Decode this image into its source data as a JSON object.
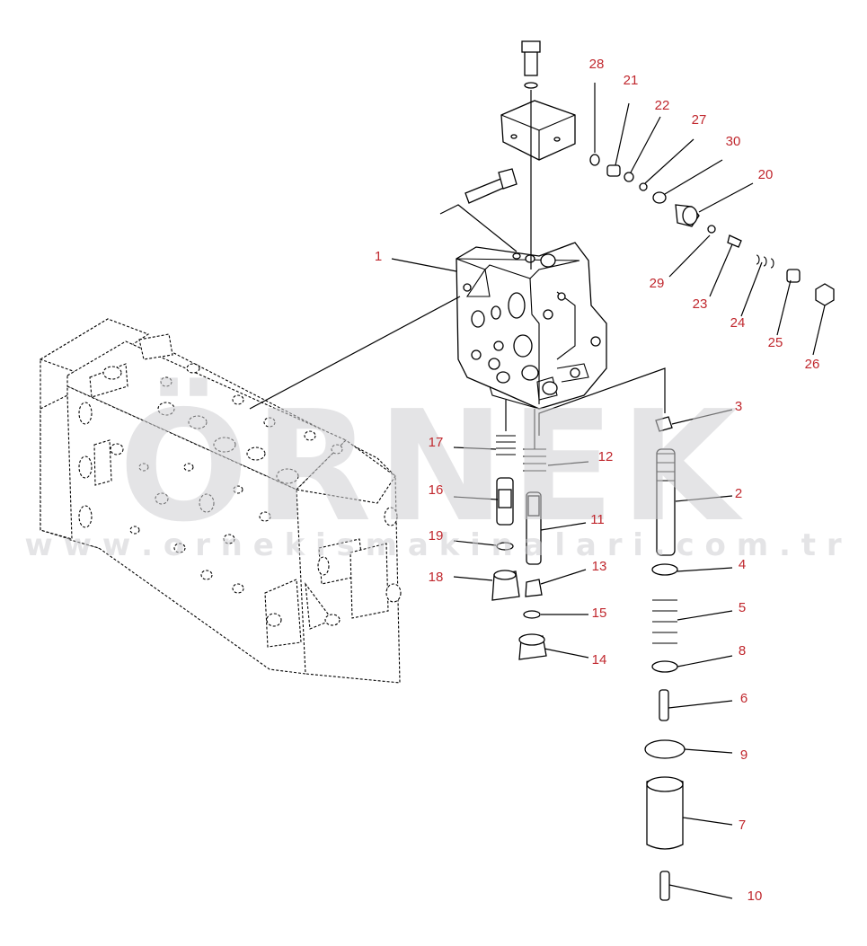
{
  "watermark": {
    "logo_text": "ÖRNEK",
    "url_text": "w w w . o r n e k i s m a k i n a l a r i . c o m . t r"
  },
  "colors": {
    "label": "#c0272d",
    "line": "#000000",
    "watermark": "#cfcfd2"
  },
  "callouts": [
    {
      "id": "28",
      "text": "28"
    },
    {
      "id": "21",
      "text": "21"
    },
    {
      "id": "22",
      "text": "22"
    },
    {
      "id": "27",
      "text": "27"
    },
    {
      "id": "30",
      "text": "30"
    },
    {
      "id": "20",
      "text": "20"
    },
    {
      "id": "1",
      "text": "1"
    },
    {
      "id": "29",
      "text": "29"
    },
    {
      "id": "23",
      "text": "23"
    },
    {
      "id": "24",
      "text": "24"
    },
    {
      "id": "25",
      "text": "25"
    },
    {
      "id": "26",
      "text": "26"
    },
    {
      "id": "3",
      "text": "3"
    },
    {
      "id": "17",
      "text": "17"
    },
    {
      "id": "12",
      "text": "12"
    },
    {
      "id": "2",
      "text": "2"
    },
    {
      "id": "16",
      "text": "16"
    },
    {
      "id": "11",
      "text": "11"
    },
    {
      "id": "19",
      "text": "19"
    },
    {
      "id": "13",
      "text": "13"
    },
    {
      "id": "4",
      "text": "4"
    },
    {
      "id": "18",
      "text": "18"
    },
    {
      "id": "15",
      "text": "15"
    },
    {
      "id": "5",
      "text": "5"
    },
    {
      "id": "14",
      "text": "14"
    },
    {
      "id": "8",
      "text": "8"
    },
    {
      "id": "6",
      "text": "6"
    },
    {
      "id": "9",
      "text": "9"
    },
    {
      "id": "7",
      "text": "7"
    },
    {
      "id": "10",
      "text": "10"
    }
  ]
}
